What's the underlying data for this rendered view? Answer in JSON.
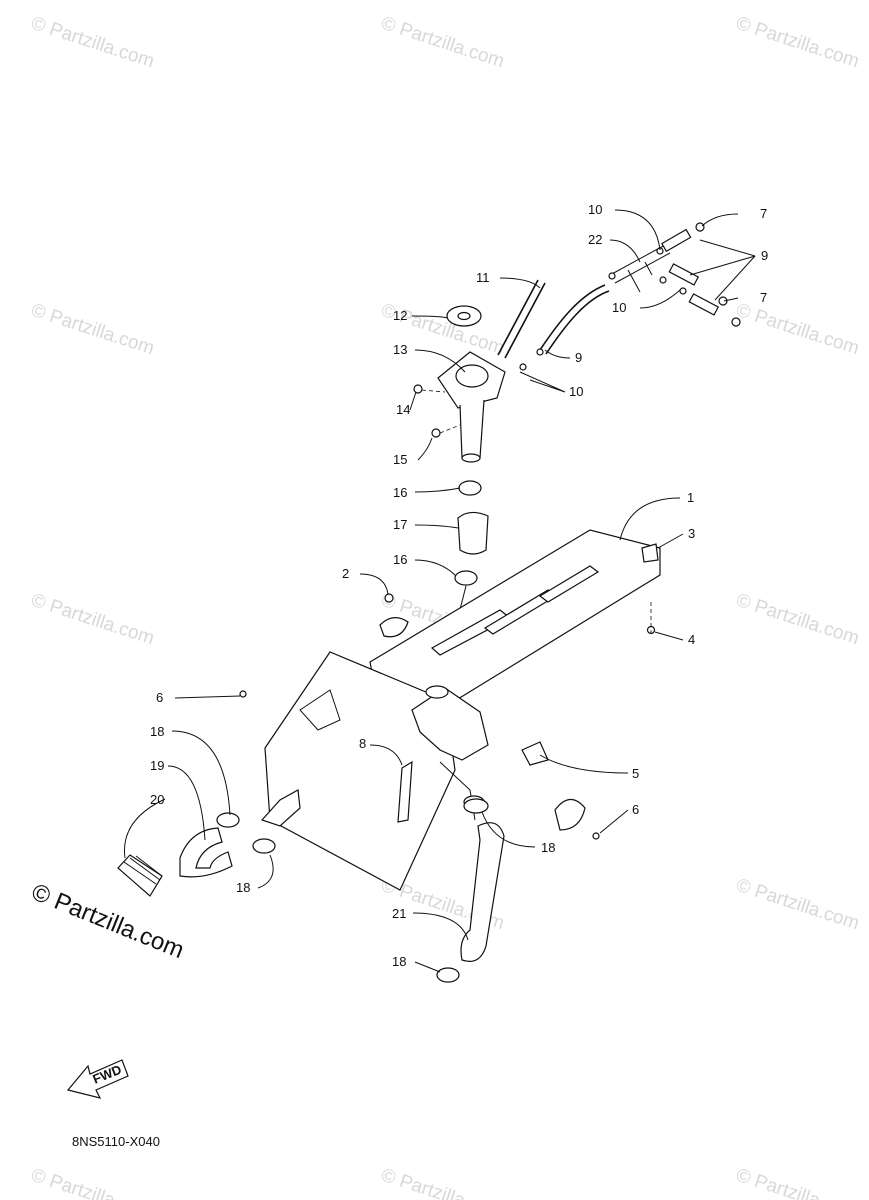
{
  "watermarks": {
    "text": "© Partzilla.com",
    "main": "© Partzilla.com"
  },
  "diagram": {
    "code": "8NS5110-X040",
    "fwd_label": "FWD",
    "callouts": [
      "1",
      "2",
      "3",
      "4",
      "5",
      "6",
      "6",
      "7",
      "7",
      "8",
      "9",
      "9",
      "10",
      "10",
      "10",
      "11",
      "12",
      "13",
      "14",
      "15",
      "16",
      "16",
      "17",
      "18",
      "18",
      "18",
      "18",
      "19",
      "20",
      "21",
      "22"
    ]
  },
  "colors": {
    "ink": "#111111",
    "watermark": "#d8d8d8",
    "background": "#ffffff"
  }
}
